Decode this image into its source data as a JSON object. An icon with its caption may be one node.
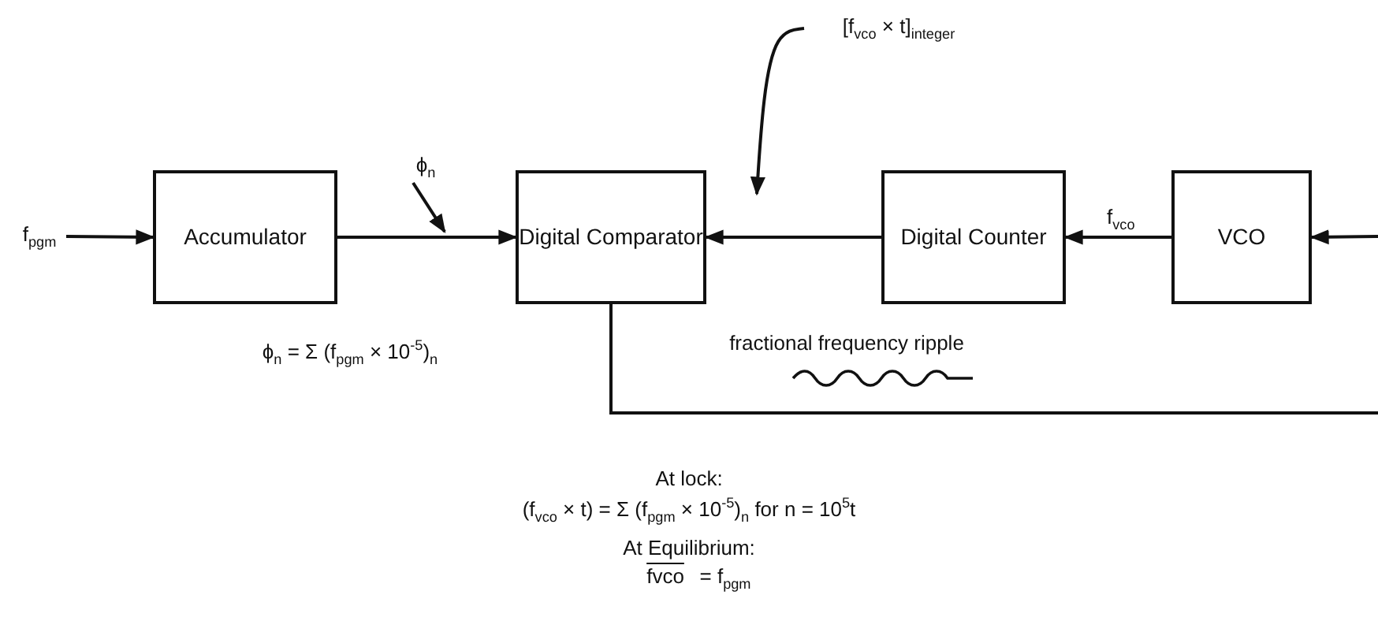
{
  "diagram": {
    "nodes": [
      {
        "text": [
          "f$_{pgm}$"
        ]
      },
      {
        "text": [
          "Accumulator"
        ]
      },
      {
        "text": [
          "Digital Comparator"
        ]
      },
      {
        "text": [
          "Digital Counter"
        ]
      },
      {
        "text": [
          "VCO"
        ]
      },
      {
        "text": [
          "ϕ$_{n}$"
        ]
      },
      {
        "text": [
          "[f$_{vco}$ × t]$_{integer}$"
        ]
      }
    ],
    "edges": [
      {
        "from": 0,
        "to": 1,
        "arrow": "to"
      },
      {
        "from": 1,
        "to": 2,
        "arrow": "to"
      },
      {
        "from": 3,
        "to": 2,
        "arrow": "to"
      },
      {
        "from": 4,
        "to": 3,
        "arrow": "to",
        "label": "f$_{vco}$"
      },
      {
        "from": null,
        "to": 4,
        "arrow": "to"
      },
      {
        "from": 2,
        "to": null,
        "arrow": "none"
      },
      {
        "from": 5,
        "to": null,
        "arrow": "to"
      },
      {
        "from": 6,
        "to": null,
        "arrow": "to"
      }
    ],
    "labels": [
      "ϕ$_{n}$ = Σ (f$_{pgm}$ × 10$^{-5}$)$_{n}$",
      "fractional frequency ripple",
      "At lock:",
      "(f$_{vco}$ × t) = Σ (f$_{pgm}$ × 10$^{-5}$)$_{n}$ for n = 10$^{5}$t",
      "At Equilibrium:",
      "fvco",
      "= f$_{pgm}$"
    ]
  }
}
